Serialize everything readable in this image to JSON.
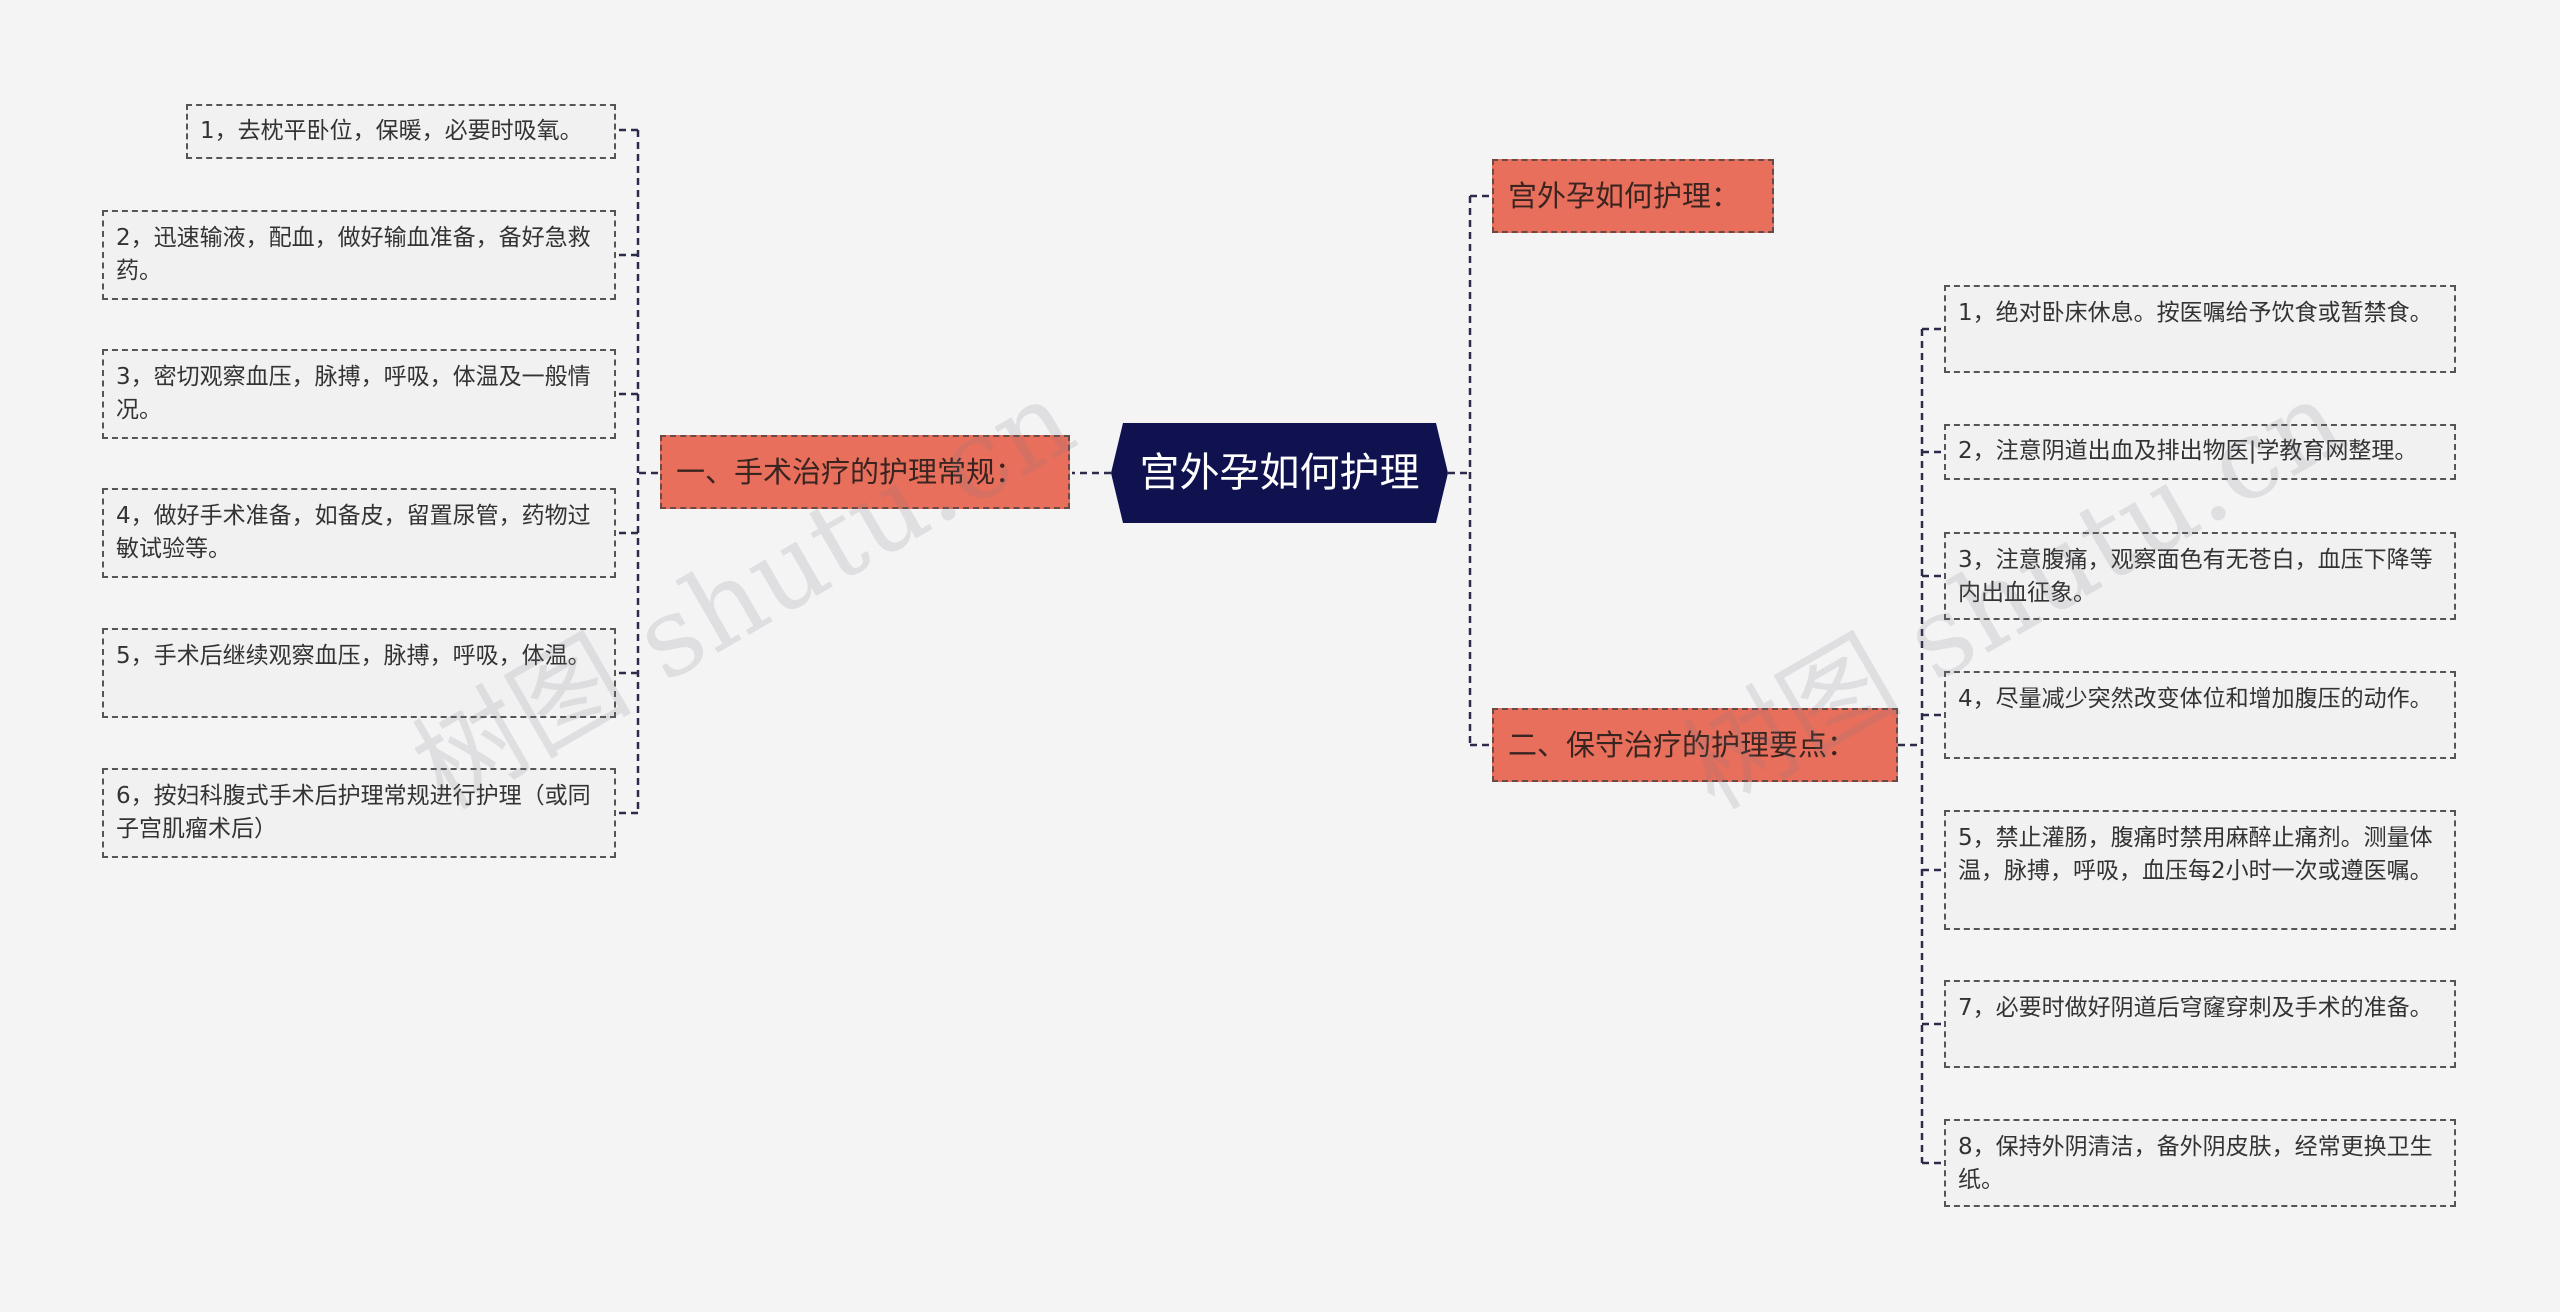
{
  "root": {
    "label": "宫外孕如何护理"
  },
  "left_branch": {
    "label": "一、手术治疗的护理常规：",
    "items": [
      "1，去枕平卧位，保暖，必要时吸氧。",
      "2，迅速输液，配血，做好输血准备，备好急救药。",
      "3，密切观察血压，脉搏，呼吸，体温及一般情况。",
      "4，做好手术准备，如备皮，留置尿管，药物过敏试验等。",
      "5，手术后继续观察血压，脉搏，呼吸，体温。",
      "6，按妇科腹式手术后护理常规进行护理（或同子宫肌瘤术后）"
    ]
  },
  "right_top": {
    "label": "宫外孕如何护理："
  },
  "right_branch": {
    "label": "二、保守治疗的护理要点：",
    "items": [
      "1，绝对卧床休息。按医嘱给予饮食或暂禁食。",
      "2，注意阴道出血及排出物医|学教育网整理。",
      "3，注意腹痛，观察面色有无苍白，血压下降等内出血征象。",
      "4，尽量减少突然改变体位和增加腹压的动作。",
      "5，禁止灌肠，腹痛时禁用麻醉止痛剂。测量体温，脉搏，呼吸，血压每2小时一次或遵医嘱。",
      "7，必要时做好阴道后穹窿穿刺及手术的准备。",
      "8，保持外阴清洁，备外阴皮肤，经常更换卫生纸。"
    ]
  },
  "watermarks": [
    "树图 shutu.cn",
    "树图 shutu.cn"
  ],
  "colors": {
    "root_bg": "#10124f",
    "branch_bg": "#e86f5c",
    "leaf_bg": "#f1f1f2",
    "line": "#2c2c4a",
    "page_bg": "#f4f4f5"
  }
}
